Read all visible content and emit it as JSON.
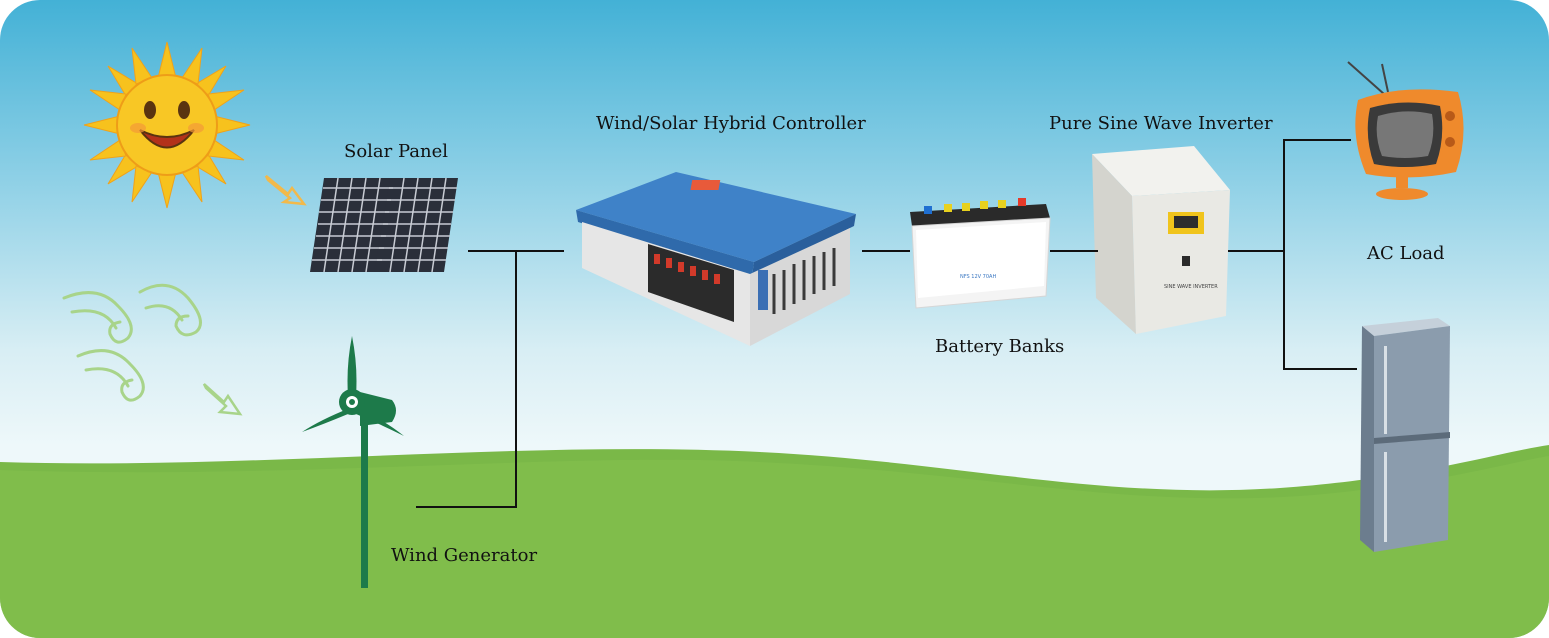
{
  "labels": {
    "solar_panel": "Solar Panel",
    "controller": "Wind/Solar Hybrid Controller",
    "inverter": "Pure Sine Wave Inverter",
    "battery": "Battery Banks",
    "ac_load": "AC Load",
    "wind_generator": "Wind Generator"
  },
  "device_text": {
    "inverter_brand": "SINE WAVE INVERTER",
    "battery_spec": "NFS   12V   70AH"
  },
  "icons": [
    "sun-icon",
    "wind-swirl-icon",
    "arrow-icon",
    "solar-panel-icon",
    "wind-turbine-icon",
    "controller-icon",
    "battery-icon",
    "inverter-icon",
    "tv-icon",
    "refrigerator-icon"
  ],
  "colors": {
    "sky_top": "#43b1d6",
    "grass": "#7ab848",
    "wire": "#111111",
    "controller_blue": "#3d7fc6",
    "turbine_green": "#1d7a4a",
    "sun_yellow": "#f6b81c"
  }
}
